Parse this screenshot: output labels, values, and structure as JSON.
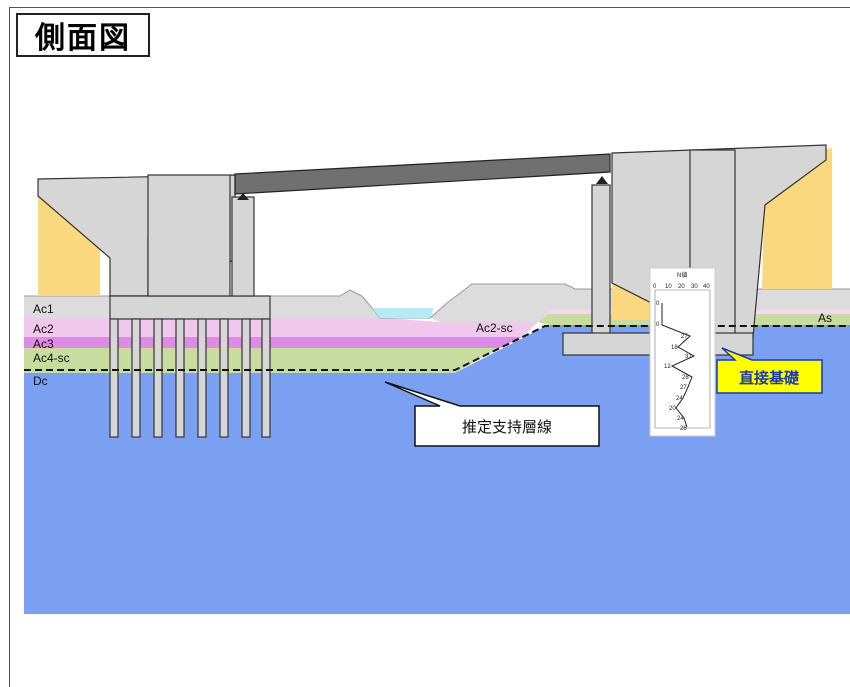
{
  "title": "側面図",
  "layers": {
    "ac1": "Ac1",
    "ac2": "Ac2",
    "ac3": "Ac3",
    "ac4sc": "Ac4-sc",
    "dc": "Dc",
    "ac2sc": "Ac2-sc",
    "as": "As"
  },
  "callouts": {
    "support_line": "推定支持層線",
    "direct_foundation": "直接基礎"
  },
  "n_value_log": {
    "title": "N値",
    "axis_ticks": [
      "0",
      "10",
      "20",
      "30",
      "40"
    ],
    "values": [
      "0",
      "0",
      "27",
      "18",
      "31",
      "12",
      "28",
      "27",
      "24",
      "20",
      "24",
      "26"
    ]
  },
  "colors": {
    "embankment": "#fad880",
    "bearing_layer": "#7ba0f2",
    "ac1_layer": "#dcdcdc",
    "ac2_layer": "#f0c8ee",
    "ac3_layer": "#dd8ce6",
    "ac4sc_layer": "#c8dca0",
    "concrete": "#d4d4d4",
    "girder": "#707070",
    "water": "#b4ecf6",
    "direct_callout": "#ffff00"
  }
}
